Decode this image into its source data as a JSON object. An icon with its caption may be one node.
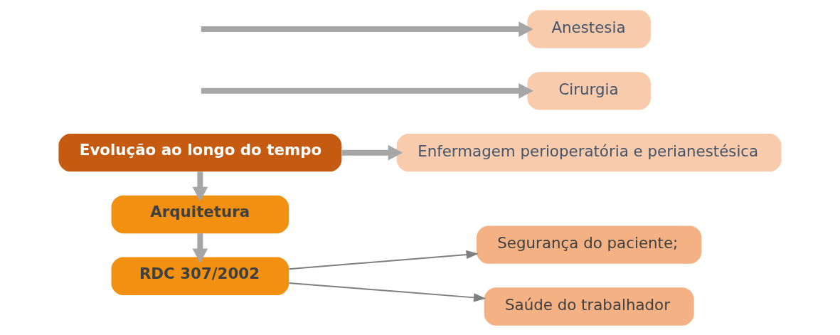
{
  "diagram": {
    "nodes": [
      {
        "text": [
          "Evolução ao longo do tempo"
        ]
      },
      {
        "text": [
          "Enfermagem perioperatória e perianestésica"
        ]
      },
      {
        "text": [
          "Cirurgia"
        ]
      },
      {
        "text": [
          "Anestesia"
        ]
      },
      {
        "text": [
          "Arquitetura"
        ]
      },
      {
        "text": [
          "RDC 307/2002"
        ]
      },
      {
        "text": [
          "Segurança do paciente;"
        ]
      },
      {
        "text": [
          "Saúde do trabalhador"
        ]
      }
    ],
    "edges": [
      {
        "from": 0,
        "to": 1,
        "arrow": "to"
      },
      {
        "from": null,
        "to": 2,
        "arrow": "to"
      },
      {
        "from": null,
        "to": 3,
        "arrow": "to"
      },
      {
        "from": 0,
        "to": 4,
        "arrow": "to"
      },
      {
        "from": 4,
        "to": 5,
        "arrow": "to"
      },
      {
        "from": 5,
        "to": 6,
        "arrow": "to",
        "color": "#7f7f7f"
      },
      {
        "from": 5,
        "to": 7,
        "arrow": "to",
        "color": "#7f7f7f"
      }
    ]
  }
}
